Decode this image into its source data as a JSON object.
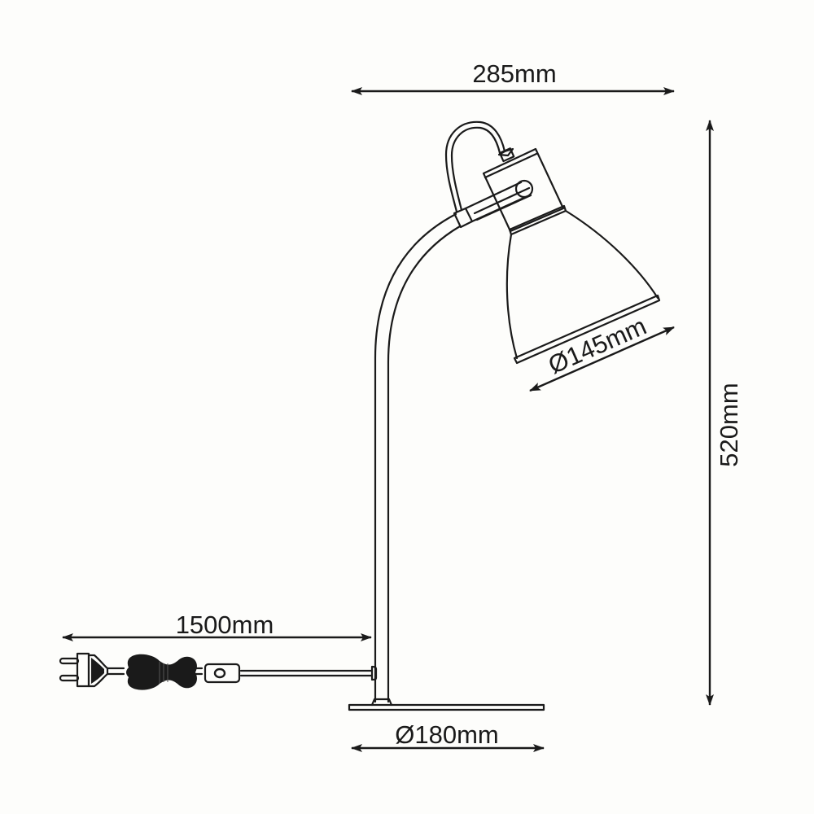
{
  "drawing": {
    "subject": "desk lamp dimension drawing",
    "colors": {
      "ink": "#1a1a1a",
      "background": "#fdfdfb"
    }
  },
  "dimensions": {
    "width_label": "285mm",
    "height_label": "520mm",
    "shade_diameter_label": "Ø145mm",
    "base_diameter_label": "Ø180mm",
    "cable_length_label": "1500mm"
  },
  "icons": {
    "plug": "euro-plug-icon",
    "cable_coil": "coiled-cable-icon",
    "inline_switch": "inline-switch-icon"
  }
}
